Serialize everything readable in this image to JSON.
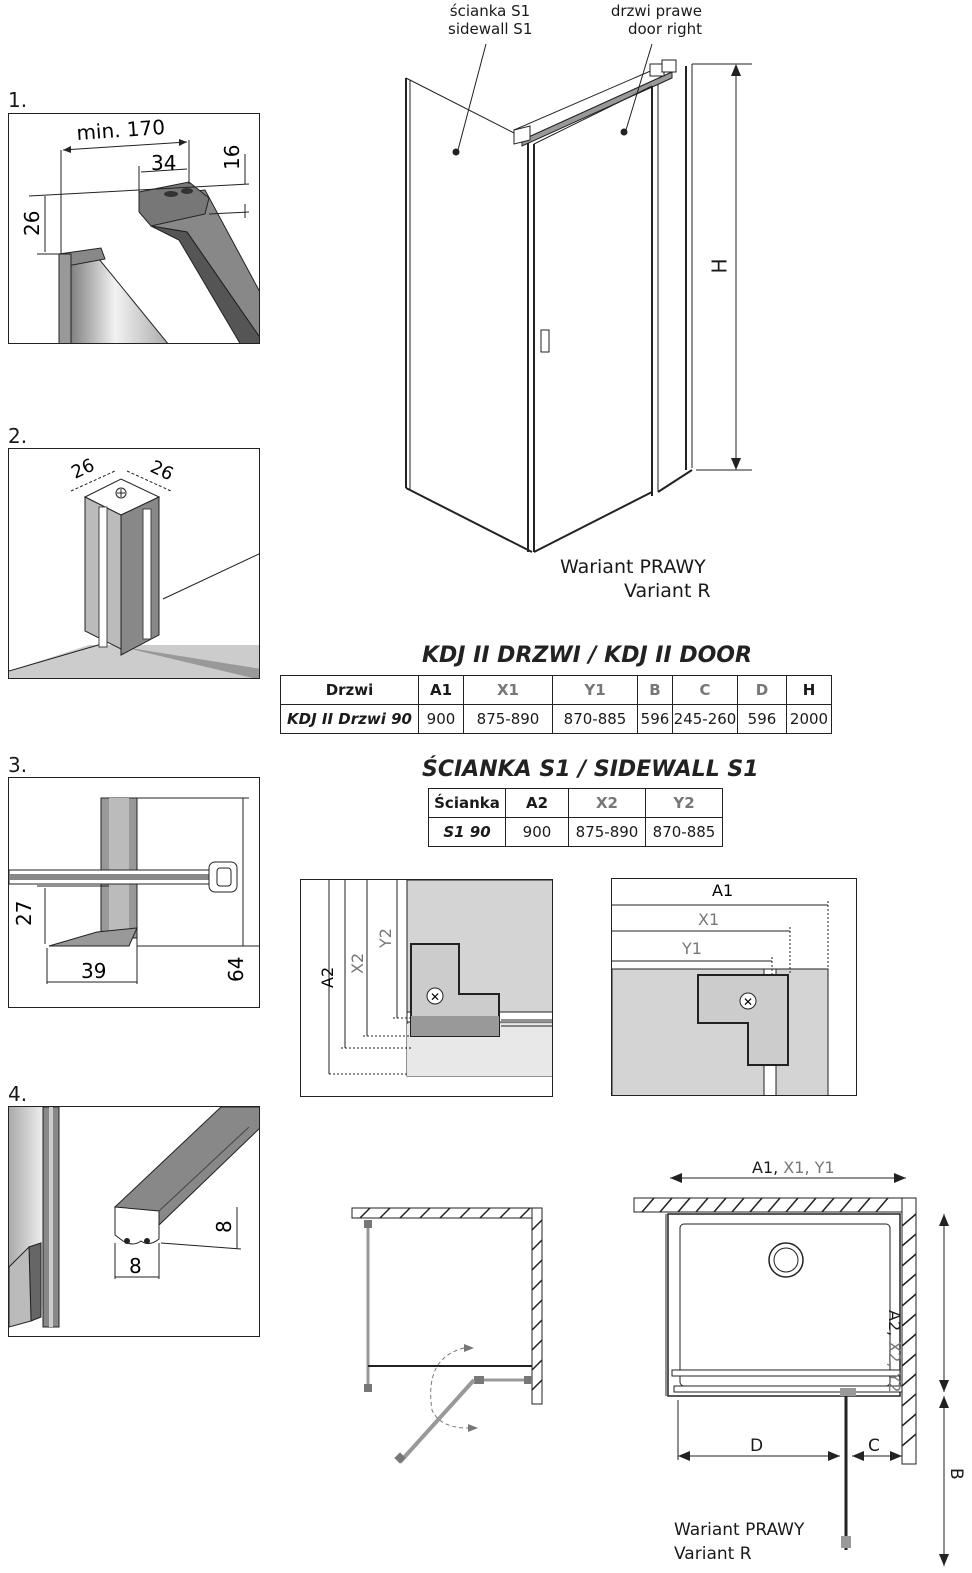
{
  "top_labels": {
    "sidewall_pl": "ścianka S1",
    "sidewall_en": "sidewall S1",
    "door_pl": "drzwi prawe",
    "door_en": "door right",
    "height": "H",
    "variant_pl": "Wariant PRAWY",
    "variant_en": "Variant R"
  },
  "steps": {
    "s1": {
      "num": "1.",
      "min": "min. 170",
      "d34": "34",
      "d16": "16",
      "d26": "26"
    },
    "s2": {
      "num": "2.",
      "d26a": "26",
      "d26b": "26"
    },
    "s3": {
      "num": "3.",
      "d27": "27",
      "d39": "39",
      "d64": "64"
    },
    "s4": {
      "num": "4.",
      "d8a": "8",
      "d8b": "8"
    }
  },
  "door_table": {
    "title": "KDJ II DRZWI / KDJ II DOOR",
    "headers": [
      "Drzwi",
      "A1",
      "X1",
      "Y1",
      "B",
      "C",
      "D",
      "H"
    ],
    "row": [
      "KDJ II Drzwi 90",
      "900",
      "875-890",
      "870-885",
      "596",
      "245-260",
      "596",
      "2000"
    ]
  },
  "wall_table": {
    "title": "ŚCIANKA S1 / SIDEWALL S1",
    "headers": [
      "Ścianka",
      "A2",
      "X2",
      "Y2"
    ],
    "row": [
      "S1 90",
      "900",
      "875-890",
      "870-885"
    ]
  },
  "detail_left": {
    "a2": "A2",
    "x2": "X2",
    "y2": "Y2"
  },
  "detail_right": {
    "a1": "A1",
    "x1": "X1",
    "y1": "Y1"
  },
  "plan": {
    "top_a1": "A1,",
    "top_x1": " X1,",
    "top_y1": " Y1",
    "right_a2": "A2,",
    "right_x2": " X2,",
    "right_y2": " Y2",
    "d": "D",
    "c": "C",
    "b": "B",
    "variant_pl": "Wariant PRAWY",
    "variant_en": "Variant R"
  }
}
